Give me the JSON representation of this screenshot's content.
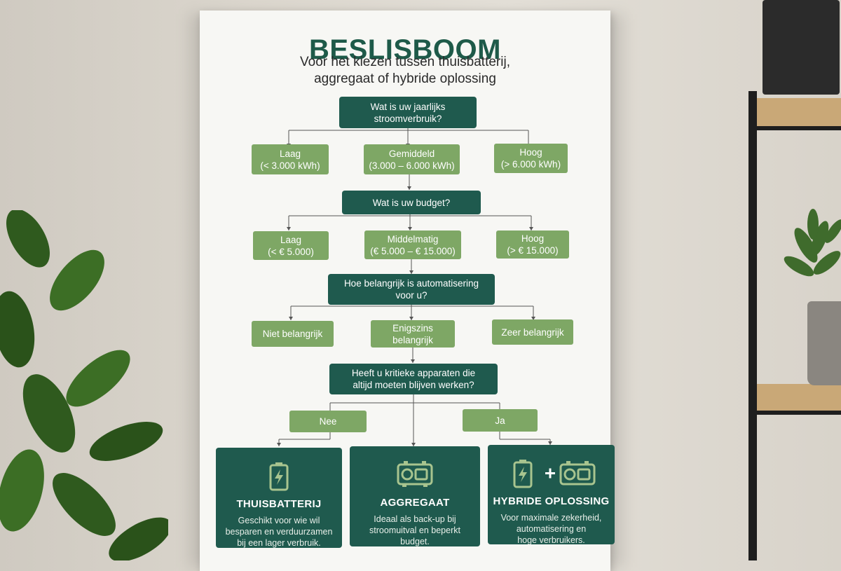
{
  "poster": {
    "title": "BESLISBOOM",
    "subtitle": "Voor het kiezen tussen thuisbatterij,\naggregaat of hybride oplossing"
  },
  "questions": [
    {
      "text": "Wat is uw jaarlijks\nstroomverbruik?",
      "options": [
        "Laag\n(< 3.000 kWh)",
        "Gemiddeld\n(3.000 – 6.000 kWh)",
        "Hoog\n(> 6.000 kWh)"
      ]
    },
    {
      "text": "Wat is uw budget?",
      "options": [
        "Laag\n(< € 5.000)",
        "Middelmatig\n(€ 5.000 – € 15.000)",
        "Hoog\n(> € 15.000)"
      ]
    },
    {
      "text": "Hoe belangrijk is automatisering\nvoor u?",
      "options": [
        "Niet belangrijk",
        "Enigszins\nbelangrijk",
        "Zeer belangrijk"
      ]
    },
    {
      "text": "Heeft u kritieke apparaten die\naltijd moeten blijven werken?",
      "options": [
        "Nee",
        "Ja"
      ]
    }
  ],
  "results": [
    {
      "title": "THUISBATTERIJ",
      "icon": "battery-icon",
      "desc": "Geschikt voor wie wil\nbesparen en verduurzamen\nbij een lager verbruik."
    },
    {
      "title": "AGGREGAAT",
      "icon": "generator-icon",
      "desc": "Ideaal als back-up bij\nstroomuitval en beperkt\nbudget."
    },
    {
      "title": "HYBRIDE OPLOSSING",
      "icon": "battery-plus-generator-icon",
      "desc": "Voor maximale zekerheid,\nautomatisering en\nhoge verbruikers."
    }
  ],
  "colors": {
    "dark_green": "#1f5a4e",
    "light_green": "#7ea765",
    "title_green": "#1e5a49"
  }
}
